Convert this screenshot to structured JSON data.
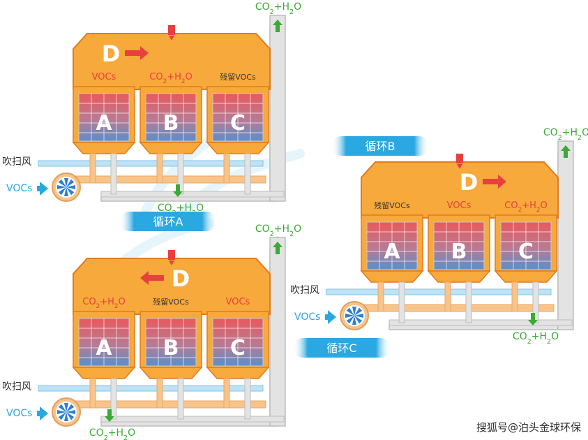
{
  "labels": {
    "co2_h2o": "CO2+H2O",
    "vocs": "VOCs",
    "residual_vocs": "残留VOCs",
    "purge_air": "吹扫风",
    "chamber_a": "A",
    "chamber_b": "B",
    "chamber_c": "C",
    "chamber_d": "D"
  },
  "cycles": {
    "a": "循环A",
    "b": "循环B",
    "c": "循环C"
  },
  "watermark": "搜狐号@泊头金球环保",
  "colors": {
    "furnace": "#f7a93b",
    "furnace_edge": "#e07a1f",
    "pipe": "#f9c48a",
    "duct": "#e3e3e3",
    "label_blue": "#29a8e0",
    "label_green": "#3aaa35",
    "label_red": "#e8403f",
    "pill": "#2aa8e2"
  }
}
